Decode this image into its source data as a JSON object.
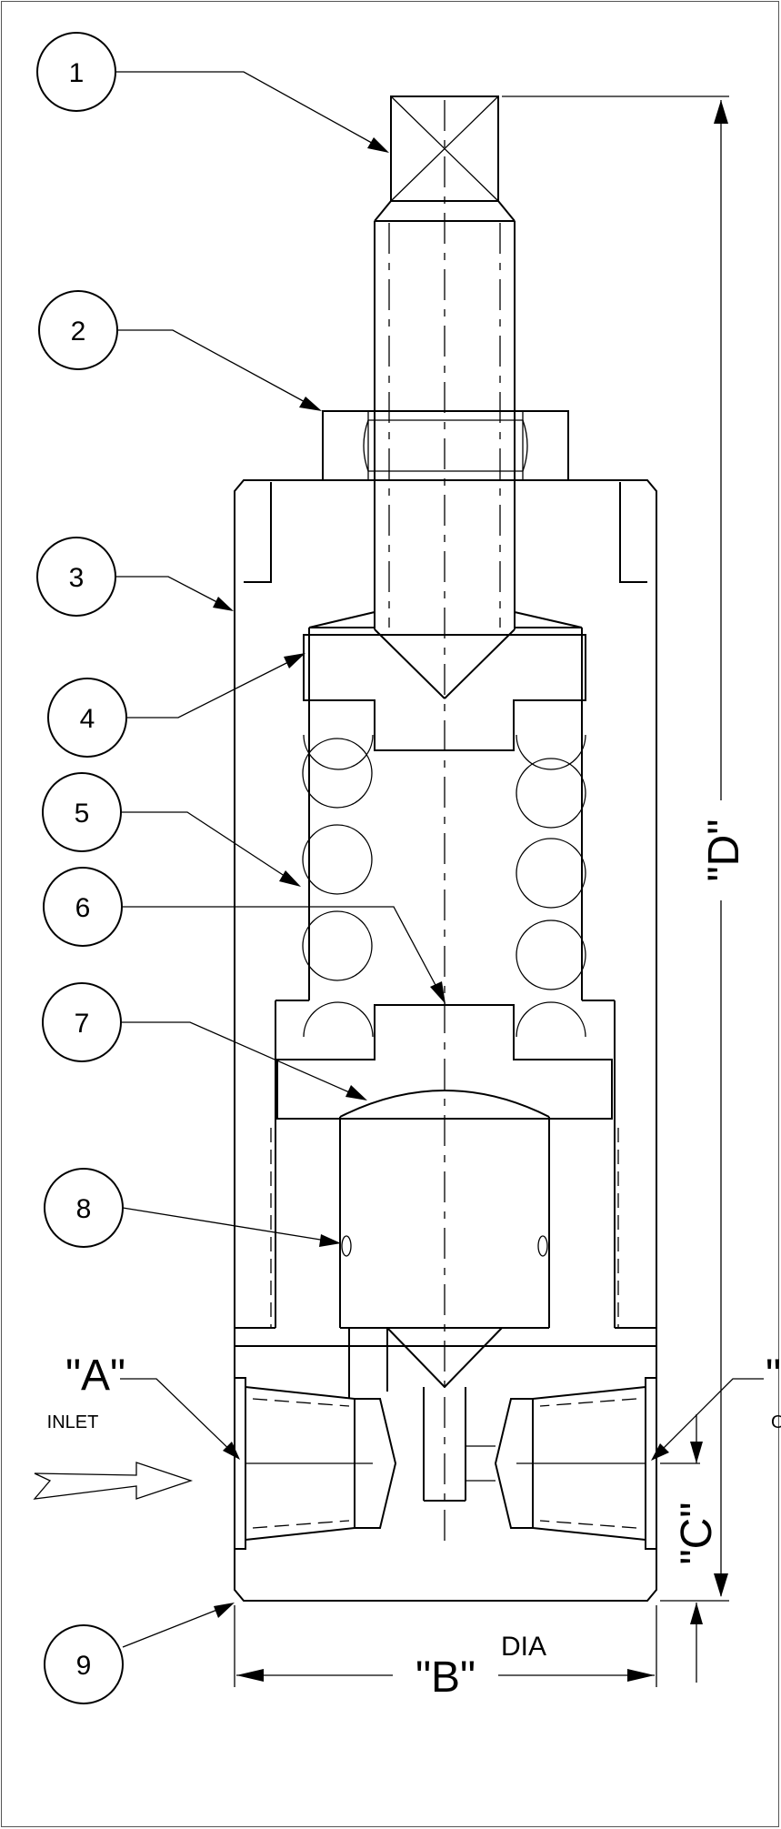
{
  "drawing": {
    "balloons": [
      "1",
      "2",
      "3",
      "4",
      "5",
      "6",
      "7",
      "8",
      "9"
    ],
    "dimensions": {
      "a_label": "\"A\"",
      "a_note": "INLET",
      "b_label": "\"B\"",
      "b_note": "DIA",
      "c_label": "\"C\"",
      "d_label": "\"D\"",
      "right_label_partial": "\"",
      "right_note_partial": "O"
    }
  }
}
